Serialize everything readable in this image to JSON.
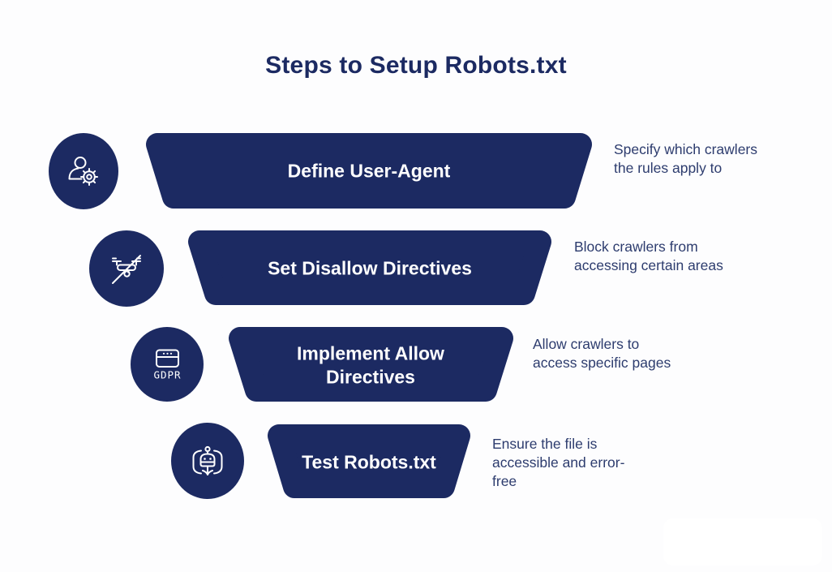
{
  "title": "Steps to Setup Robots.txt",
  "colors": {
    "funnel_navy": "#1c2a62",
    "label_text": "#ffffff",
    "body_text": "#2d3c6e",
    "background": "#fdfdfe"
  },
  "steps": [
    {
      "label": "Define User-Agent",
      "description": "Specify which crawlers\nthe rules apply to",
      "icon": "user-gear-icon"
    },
    {
      "label": "Set Disallow Directives",
      "description": "Block crawlers from\naccessing certain areas",
      "icon": "no-drone-icon"
    },
    {
      "label": "Implement Allow\nDirectives",
      "description": "Allow crawlers to\naccess specific pages",
      "icon": "gdpr-browser-icon",
      "icon_text": "GDPR"
    },
    {
      "label": "Test Robots.txt",
      "description": "Ensure the file is\naccessible and error-\nfree",
      "icon": "robot-book-icon"
    }
  ]
}
